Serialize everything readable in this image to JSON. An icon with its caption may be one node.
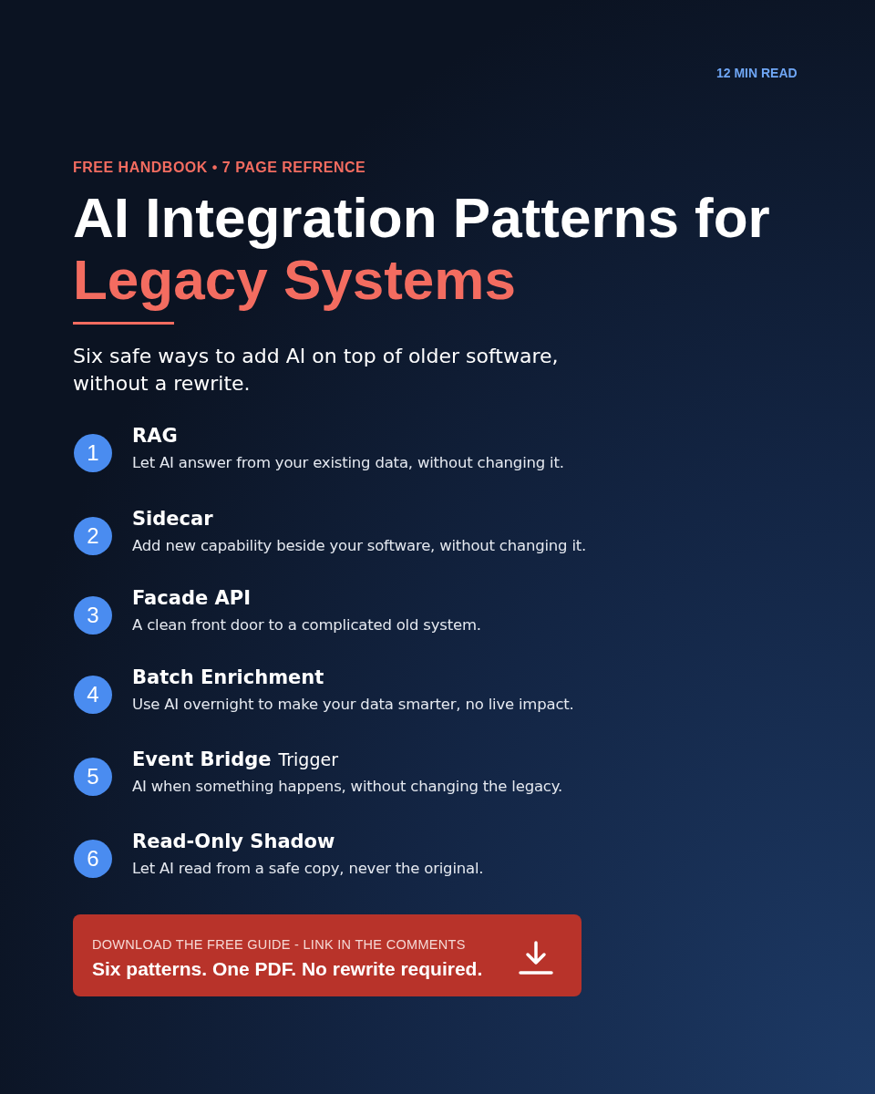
{
  "diagram": {
    "title": "AI Integration Patterns for *Legacy Systems*",
    "nodes": [
      {
        "text": [
          "1"
        ],
        "beside": [
          "RAG",
          "Let AI answer from your existing data, without changing it."
        ]
      },
      {
        "text": [
          "2"
        ],
        "beside": [
          "Sidecar",
          "Add new capability beside your software, without changing it."
        ]
      },
      {
        "text": [
          "3"
        ],
        "beside": [
          "Facade API",
          "A clean front door to a complicated old system."
        ]
      },
      {
        "text": [
          "4"
        ],
        "beside": [
          "Batch Enrichment",
          "Use AI overnight to make your data smarter, no live impact."
        ]
      },
      {
        "text": [
          "5"
        ],
        "beside": [
          "Event Bridge",
          "Trigger",
          "AI when something happens, without changing the legacy."
        ]
      },
      {
        "text": [
          "6"
        ],
        "beside": [
          "Read-Only Shadow",
          "Let AI read from a safe copy, never the original."
        ]
      },
      {
        "text": [
          "DOWNLOAD THE FREE GUIDE - LINK IN THE COMMENTS",
          "Six patterns. One PDF. No rewrite required."
        ]
      }
    ],
    "edges": [],
    "labels": [
      "12 MIN READ",
      "FREE HANDBOOK • 7 PAGE REFRENCE",
      "Six safe ways to add AI on top of older software, without a rewrite."
    ]
  }
}
